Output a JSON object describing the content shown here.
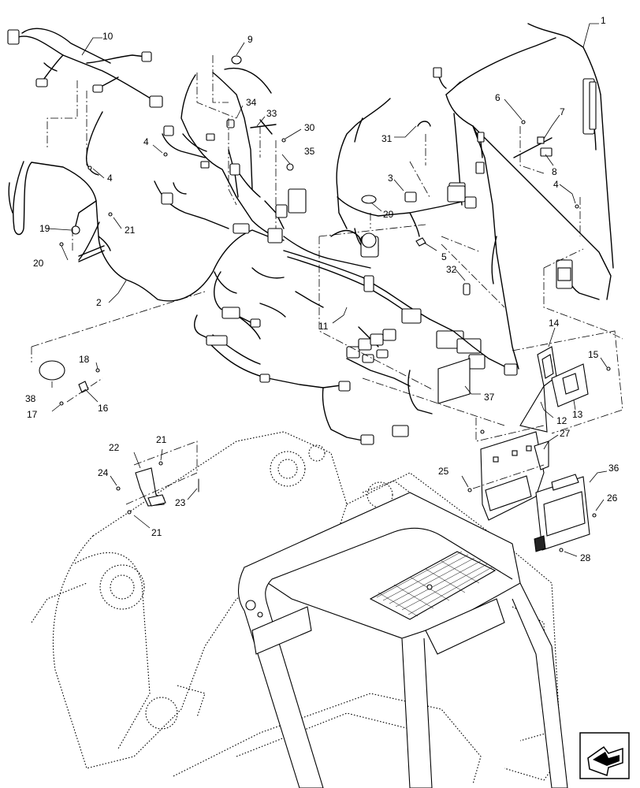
{
  "callouts": [
    "1",
    "2",
    "3",
    "4",
    "4",
    "4",
    "5",
    "6",
    "7",
    "8",
    "9",
    "10",
    "11",
    "12",
    "13",
    "14",
    "15",
    "16",
    "17",
    "18",
    "19",
    "20",
    "21",
    "21",
    "21",
    "22",
    "23",
    "24",
    "25",
    "26",
    "27",
    "28",
    "29",
    "30",
    "31",
    "32",
    "33",
    "34",
    "35",
    "36",
    "37",
    "38"
  ],
  "nav_icon": "page-forward-arrow-icon"
}
